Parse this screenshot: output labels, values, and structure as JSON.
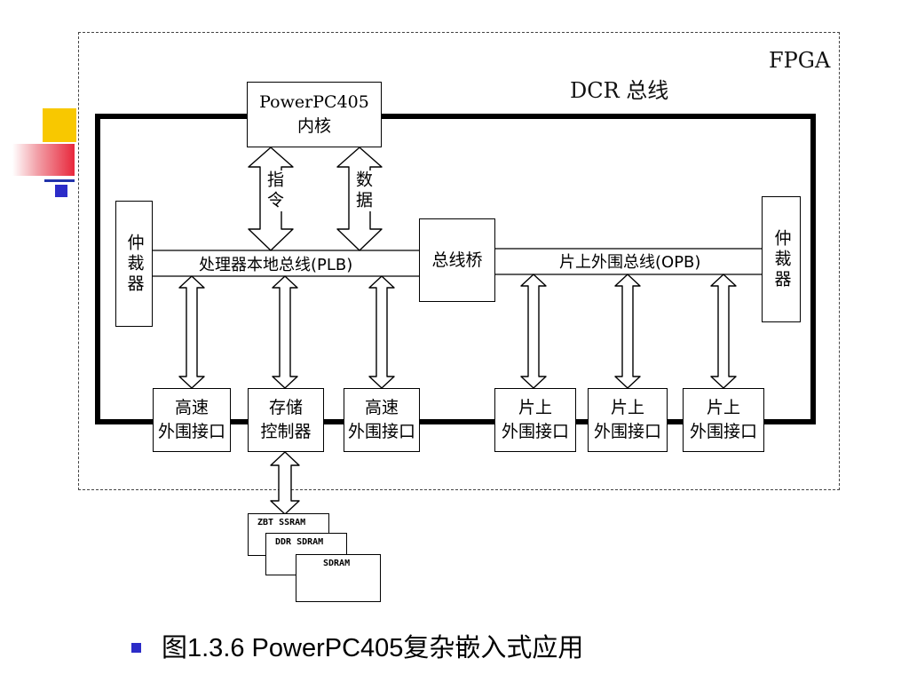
{
  "diagram": {
    "fpga_label": "FPGA",
    "dcr_bus_label": "DCR 总线",
    "core": {
      "line1": "PowerPC405",
      "line2": "内核"
    },
    "arrows": {
      "instruction": "指令",
      "data": "数据"
    },
    "arbiter_left": "仲裁器",
    "arbiter_right": "仲裁器",
    "plb_bus": "处理器本地总线(PLB)",
    "bus_bridge": "总线桥",
    "opb_bus": "片上外围总线(OPB)",
    "peripherals": [
      {
        "line1": "高速",
        "line2": "外围接口"
      },
      {
        "line1": "存储",
        "line2": "控制器"
      },
      {
        "line1": "高速",
        "line2": "外围接口"
      },
      {
        "line1": "片上",
        "line2": "外围接口"
      },
      {
        "line1": "片上",
        "line2": "外围接口"
      },
      {
        "line1": "片上",
        "line2": "外围接口"
      }
    ],
    "memories": [
      "ZBT SSRAM",
      "DDR SDRAM",
      "SDRAM"
    ]
  },
  "caption": "图1.3.6 PowerPC405复杂嵌入式应用"
}
